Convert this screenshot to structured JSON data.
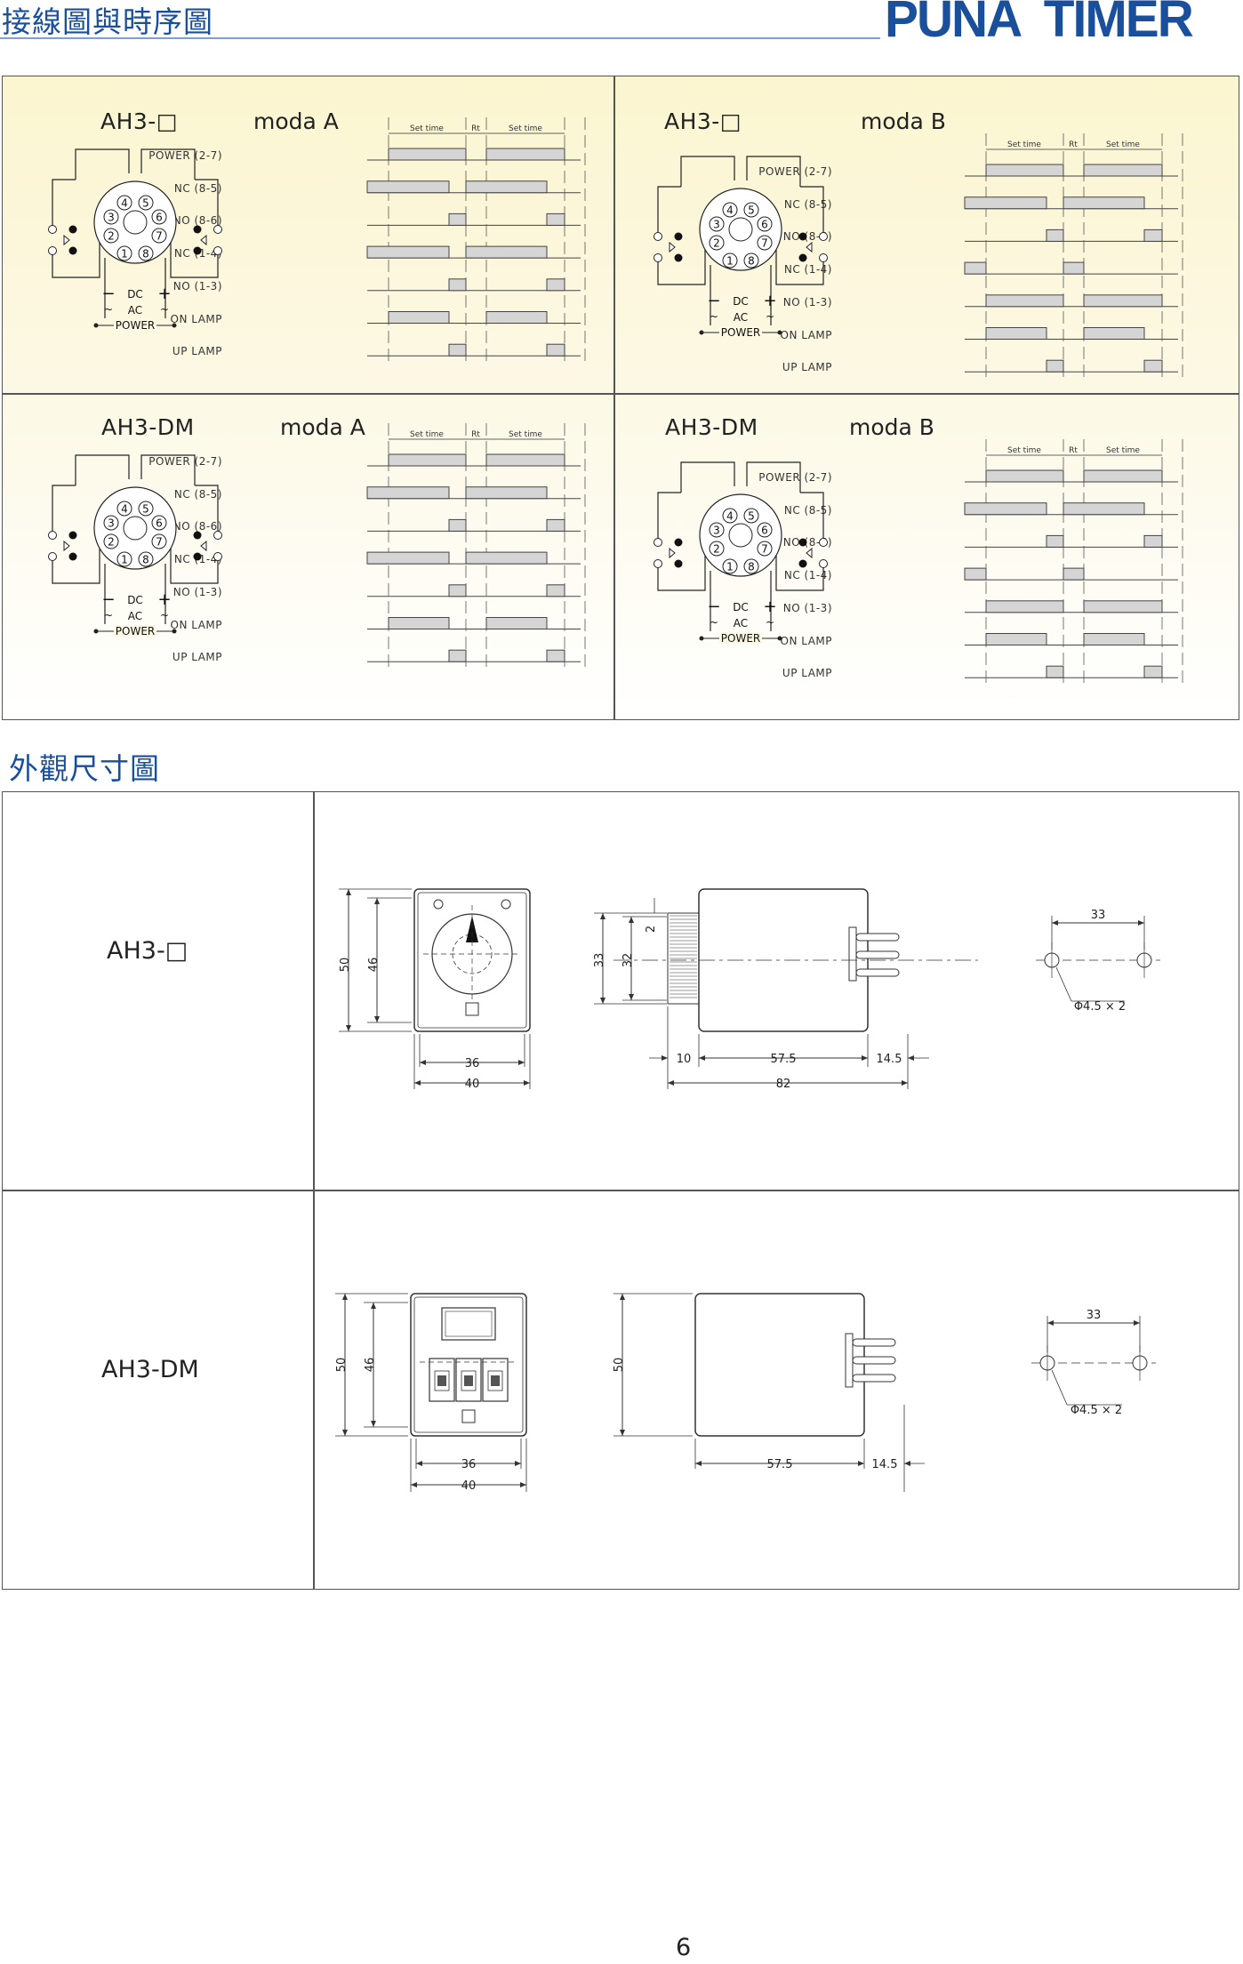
{
  "header": {
    "title": "接線圖與時序圖",
    "brand": "PUNA  TIMER"
  },
  "wiring": {
    "panels": [
      {
        "model": "AH3-□",
        "mode": "moda A"
      },
      {
        "model": "AH3-□",
        "mode": "moda B"
      },
      {
        "model": "AH3-DM",
        "mode": "moda A"
      },
      {
        "model": "AH3-DM",
        "mode": "moda B"
      }
    ],
    "signals": [
      "POWER (2-7)",
      "NC (8-5)",
      "NO (8-6)",
      "NC (1-4)",
      "NO (1-3)",
      "ON LAMP",
      "UP LAMP"
    ],
    "timing_labels": {
      "set_time": "Set time",
      "rt": "Rt"
    },
    "socket": {
      "pins": [
        "1",
        "2",
        "3",
        "4",
        "5",
        "6",
        "7",
        "8"
      ],
      "dc": "DC",
      "ac": "AC",
      "power": "POWER",
      "minus": "−",
      "plus": "+",
      "tilde": "~"
    }
  },
  "dimensions": {
    "section_title": "外觀尺寸圖",
    "rows": [
      {
        "model": "AH3-□"
      },
      {
        "model": "AH3-DM"
      }
    ],
    "values": {
      "h50": "50",
      "h46": "46",
      "h33": "33",
      "h32": "32",
      "h2": "2",
      "w36": "36",
      "w40": "40",
      "d10": "10",
      "d57": "57.5",
      "d14": "14.5",
      "d82": "82",
      "hole_pitch": "33",
      "hole": "Φ4.5 × 2"
    }
  },
  "page_number": "6"
}
